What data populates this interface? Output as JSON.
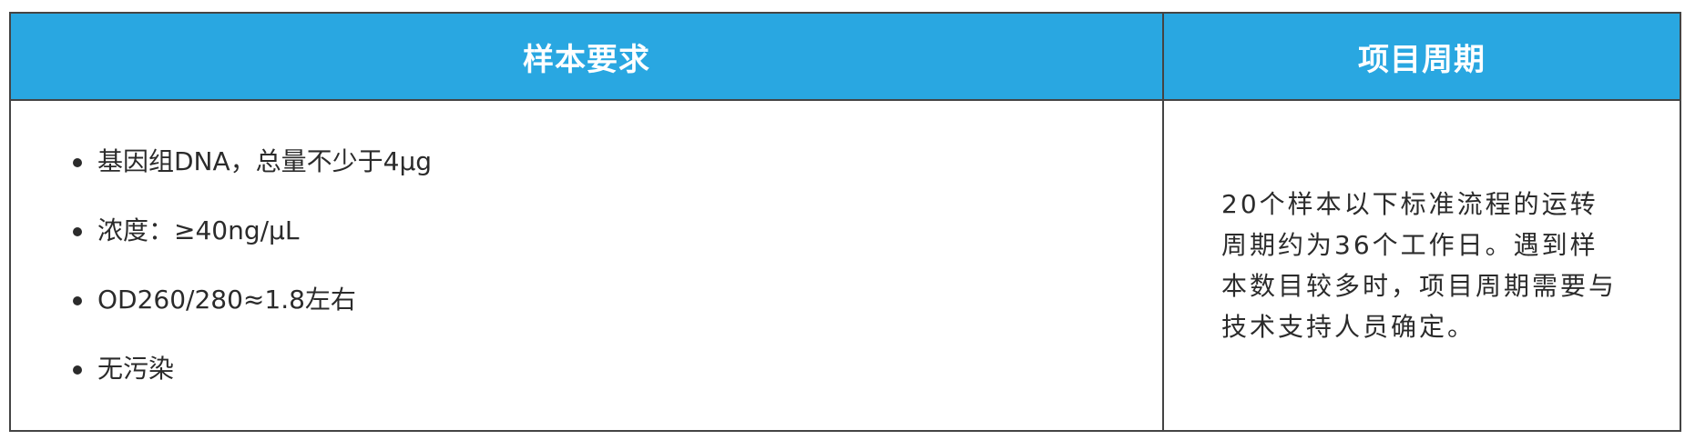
{
  "table": {
    "headers": {
      "requirements": "样本要求",
      "cycle": "项目周期"
    },
    "requirements": [
      "基因组DNA，总量不少于4μg",
      "浓度：≥40ng/μL",
      "OD260/280≈1.8左右",
      "无污染"
    ],
    "cycle_text": "20个样本以下标准流程的运转周期约为36个工作日。遇到样本数目较多时，项目周期需要与技术支持人员确定。"
  }
}
